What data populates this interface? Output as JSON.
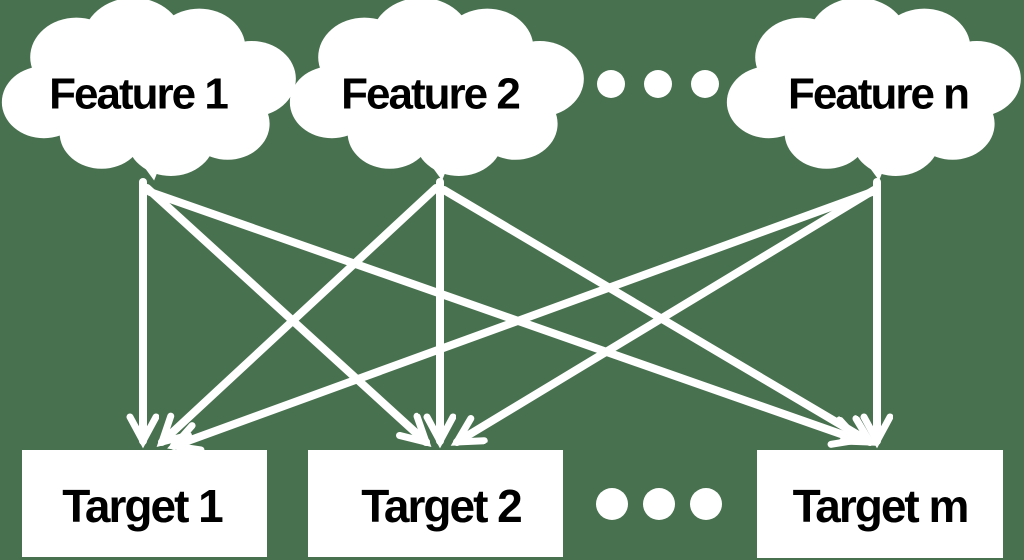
{
  "diagram": {
    "description": "Complete bipartite mapping from feature clouds to target boxes",
    "background_color": "#48714F",
    "shape_color": "#FFFFFF",
    "label_color": "#000000",
    "feature_nodes": [
      {
        "id": "feature-1",
        "label": "Feature 1"
      },
      {
        "id": "feature-2",
        "label": "Feature 2"
      },
      {
        "id": "feature-n",
        "label": "Feature n"
      }
    ],
    "target_nodes": [
      {
        "id": "target-1",
        "label": "Target 1"
      },
      {
        "id": "target-2",
        "label": "Target 2"
      },
      {
        "id": "target-m",
        "label": "Target m"
      }
    ],
    "edges": [
      {
        "from": "Feature 1",
        "to": "Target 1"
      },
      {
        "from": "Feature 1",
        "to": "Target 2"
      },
      {
        "from": "Feature 1",
        "to": "Target m"
      },
      {
        "from": "Feature 2",
        "to": "Target 1"
      },
      {
        "from": "Feature 2",
        "to": "Target 2"
      },
      {
        "from": "Feature 2",
        "to": "Target m"
      },
      {
        "from": "Feature n",
        "to": "Target 1"
      },
      {
        "from": "Feature n",
        "to": "Target 2"
      },
      {
        "from": "Feature n",
        "to": "Target m"
      }
    ],
    "top_ellipsis_dots": 3,
    "bottom_ellipsis_dots": 3
  }
}
